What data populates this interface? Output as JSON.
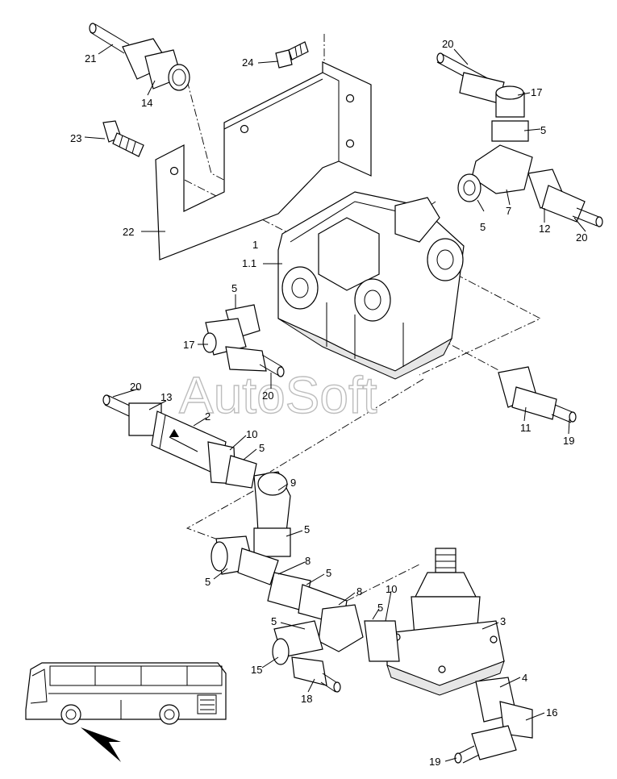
{
  "watermark": "AutoSoft",
  "callouts": {
    "c1": "1",
    "c1_1": "1.1",
    "c2": "2",
    "c3": "3",
    "c4": "4",
    "c5": "5",
    "c7": "7",
    "c8": "8",
    "c9": "9",
    "c10": "10",
    "c11": "11",
    "c12": "12",
    "c13": "13",
    "c14": "14",
    "c15": "15",
    "c16": "16",
    "c17": "17",
    "c18": "18",
    "c19": "19",
    "c20": "20",
    "c21": "21",
    "c22": "22",
    "c23": "23",
    "c24": "24"
  },
  "colors": {
    "line": "#000000",
    "fill": "#ffffff",
    "shade": "#e6e6e6",
    "watermark": "#bdbdbd"
  }
}
